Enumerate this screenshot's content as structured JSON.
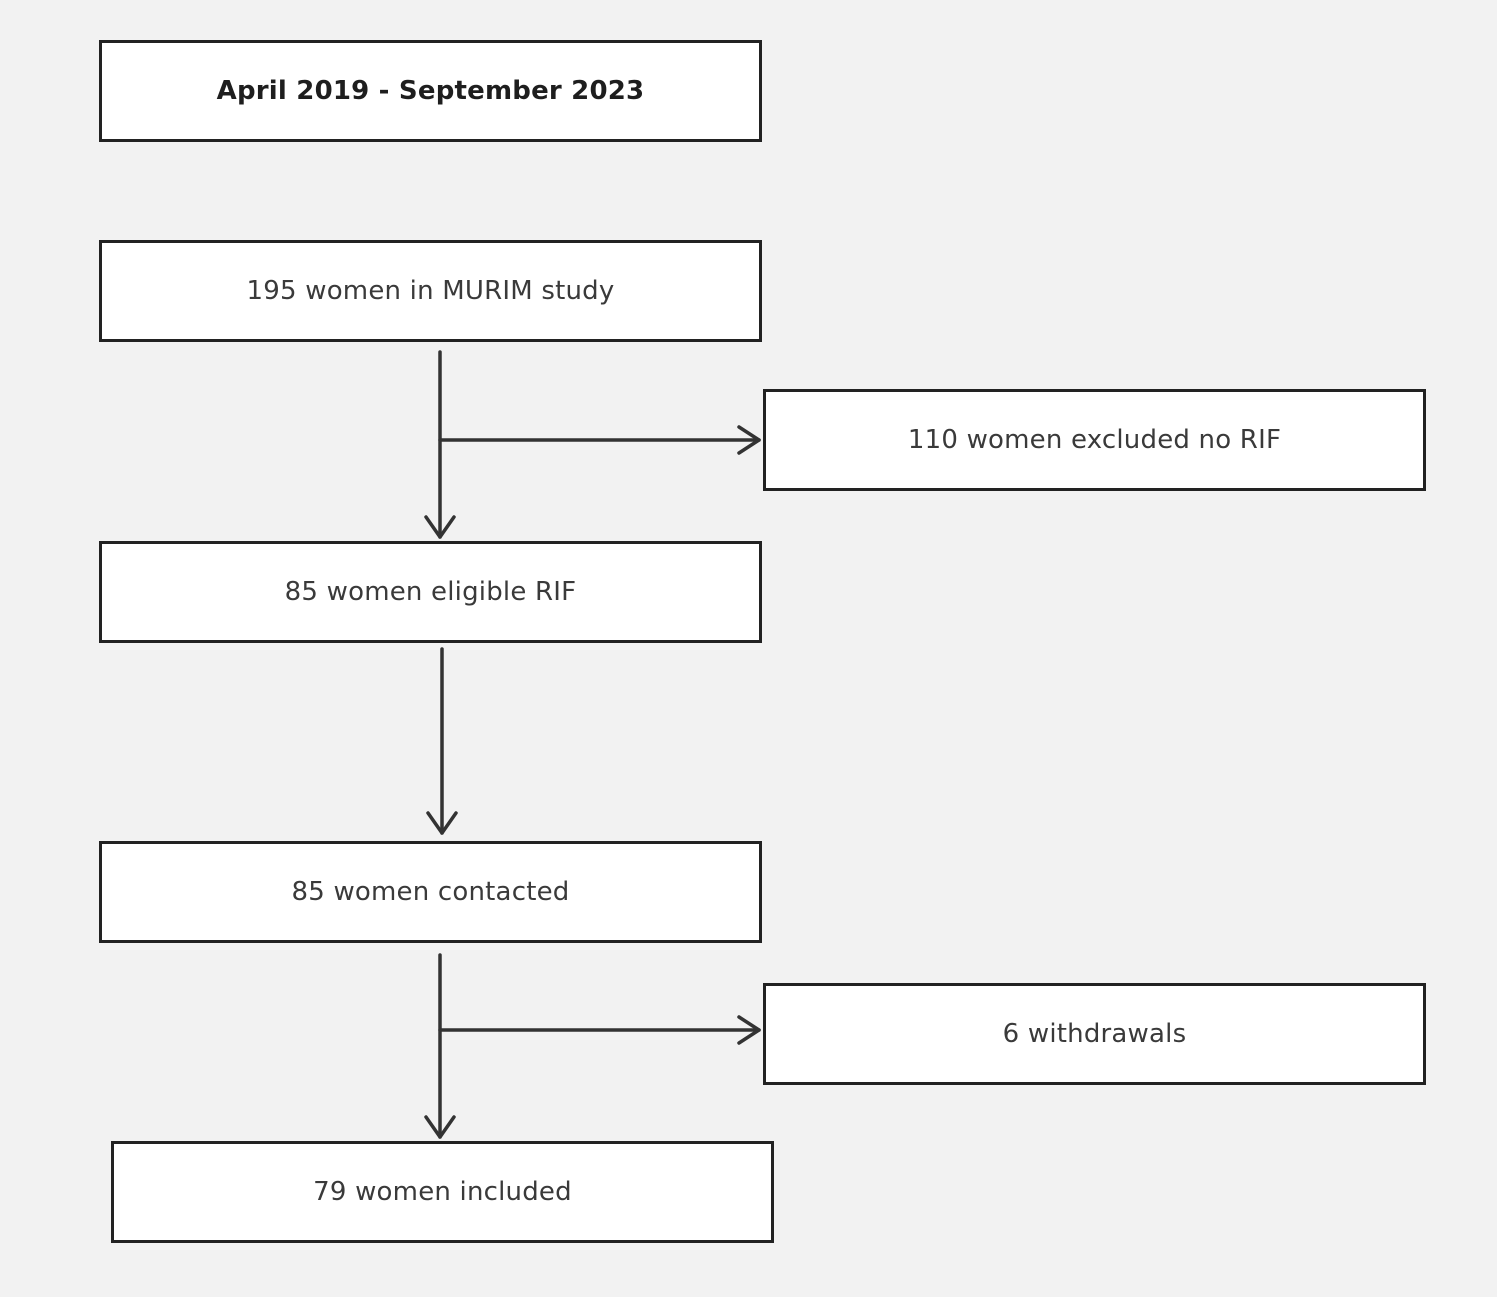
{
  "diagram": {
    "nodes": {
      "period": "April 2019 - September 2023",
      "murim": "195 women in MURIM study",
      "excluded": "110 women excluded no RIF",
      "eligible": "85 women eligible RIF",
      "contacted": "85 women contacted",
      "withdrawals": "6 withdrawals",
      "included": "79 women included"
    },
    "edges": [
      {
        "from": "murim",
        "to": "eligible"
      },
      {
        "from": "murim",
        "to": "excluded"
      },
      {
        "from": "eligible",
        "to": "contacted"
      },
      {
        "from": "contacted",
        "to": "included"
      },
      {
        "from": "contacted",
        "to": "withdrawals"
      }
    ],
    "colors": {
      "background": "#f2f2f2",
      "box_fill": "#ffffff",
      "stroke": "#222222",
      "text": "#3a3a3a"
    }
  }
}
